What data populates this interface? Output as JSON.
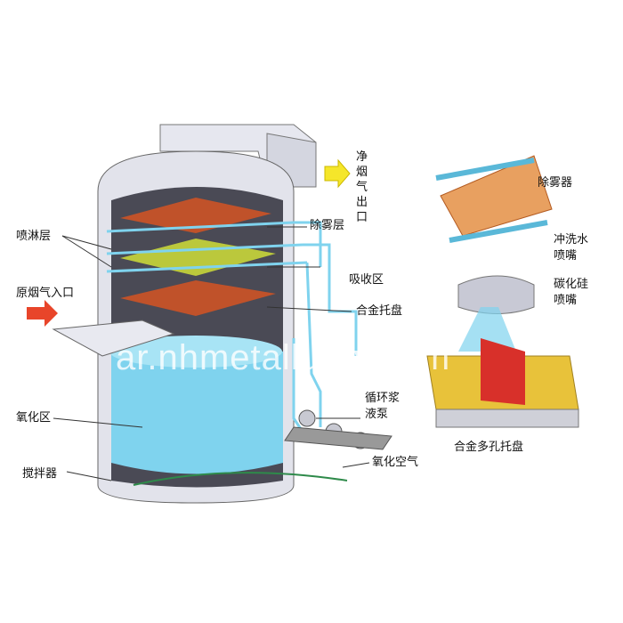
{
  "labels": {
    "clean_gas_outlet": "净烟气出口",
    "demister_layer": "除雾层",
    "spray_layer": "喷淋层",
    "raw_gas_inlet": "原烟气入口",
    "absorption_zone": "吸收区",
    "alloy_tray": "合金托盘",
    "circulation_pump_1": "循环浆",
    "circulation_pump_2": "液泵",
    "oxidation_zone": "氧化区",
    "agitator": "搅拌器",
    "oxidation_air": "氧化空气",
    "demister": "除雾器",
    "flush_nozzle_1": "冲洗水",
    "flush_nozzle_2": "喷嘴",
    "sic_nozzle_1": "碳化硅",
    "sic_nozzle_2": "喷嘴",
    "alloy_perforated_tray": "合金多孔托盘"
  },
  "watermark": "ar.nhmetallurgy.com",
  "colors": {
    "shell": "#dfe0e8",
    "slurry": "#7fd3ee",
    "pipe": "#5ab8d8",
    "demister": "#c0522a",
    "arrow_in": "#e8452a",
    "arrow_out": "#f5e62a",
    "tray": "#e8c23a"
  }
}
